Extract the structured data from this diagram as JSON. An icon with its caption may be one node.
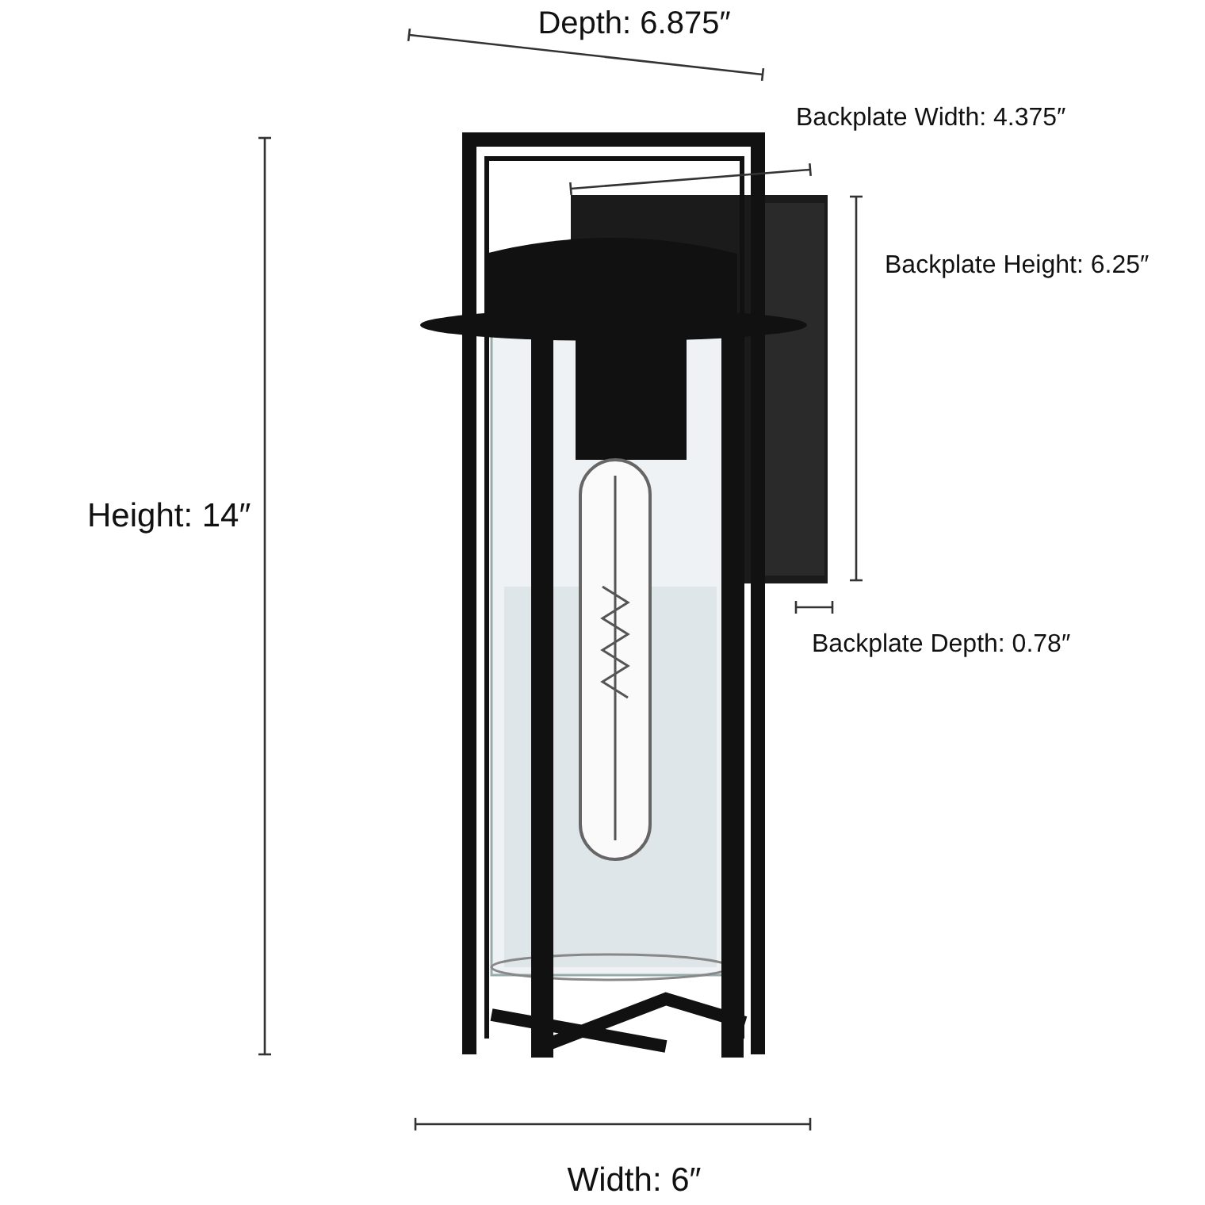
{
  "diagram": {
    "labels": [
      "Depth: 6.875″",
      "Backplate Width: 4.375″",
      "Backplate Height: 6.25″",
      "Height: 14″",
      "Backplate Depth: 0.78″",
      "Width: 6″"
    ]
  }
}
